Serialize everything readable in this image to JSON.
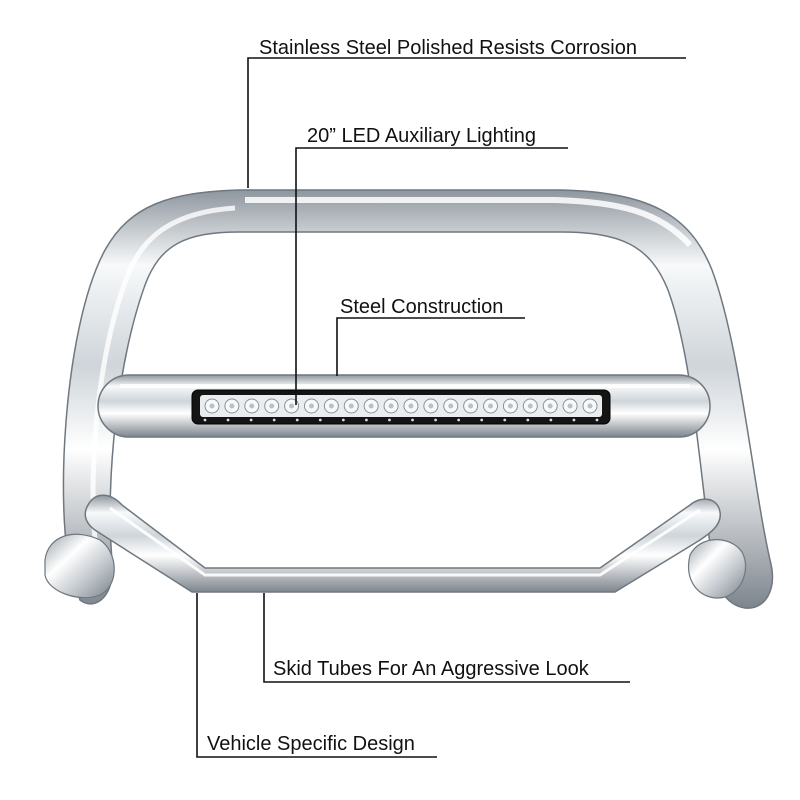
{
  "callouts": [
    {
      "id": "stainless",
      "text": "Stainless Steel Polished Resists Corrosion"
    },
    {
      "id": "led",
      "text": "20” LED Auxiliary Lighting"
    },
    {
      "id": "steel",
      "text": "Steel Construction"
    },
    {
      "id": "skid",
      "text": "Skid Tubes For An Aggressive Look"
    },
    {
      "id": "vehicle",
      "text": "Vehicle Specific Design"
    }
  ],
  "colors": {
    "chrome_light": "#f4f6f8",
    "chrome_mid": "#c5cbd1",
    "chrome_dark": "#7d858d",
    "led_housing": "#141414",
    "led_lens": "#e9edf0",
    "text": "#111111"
  }
}
